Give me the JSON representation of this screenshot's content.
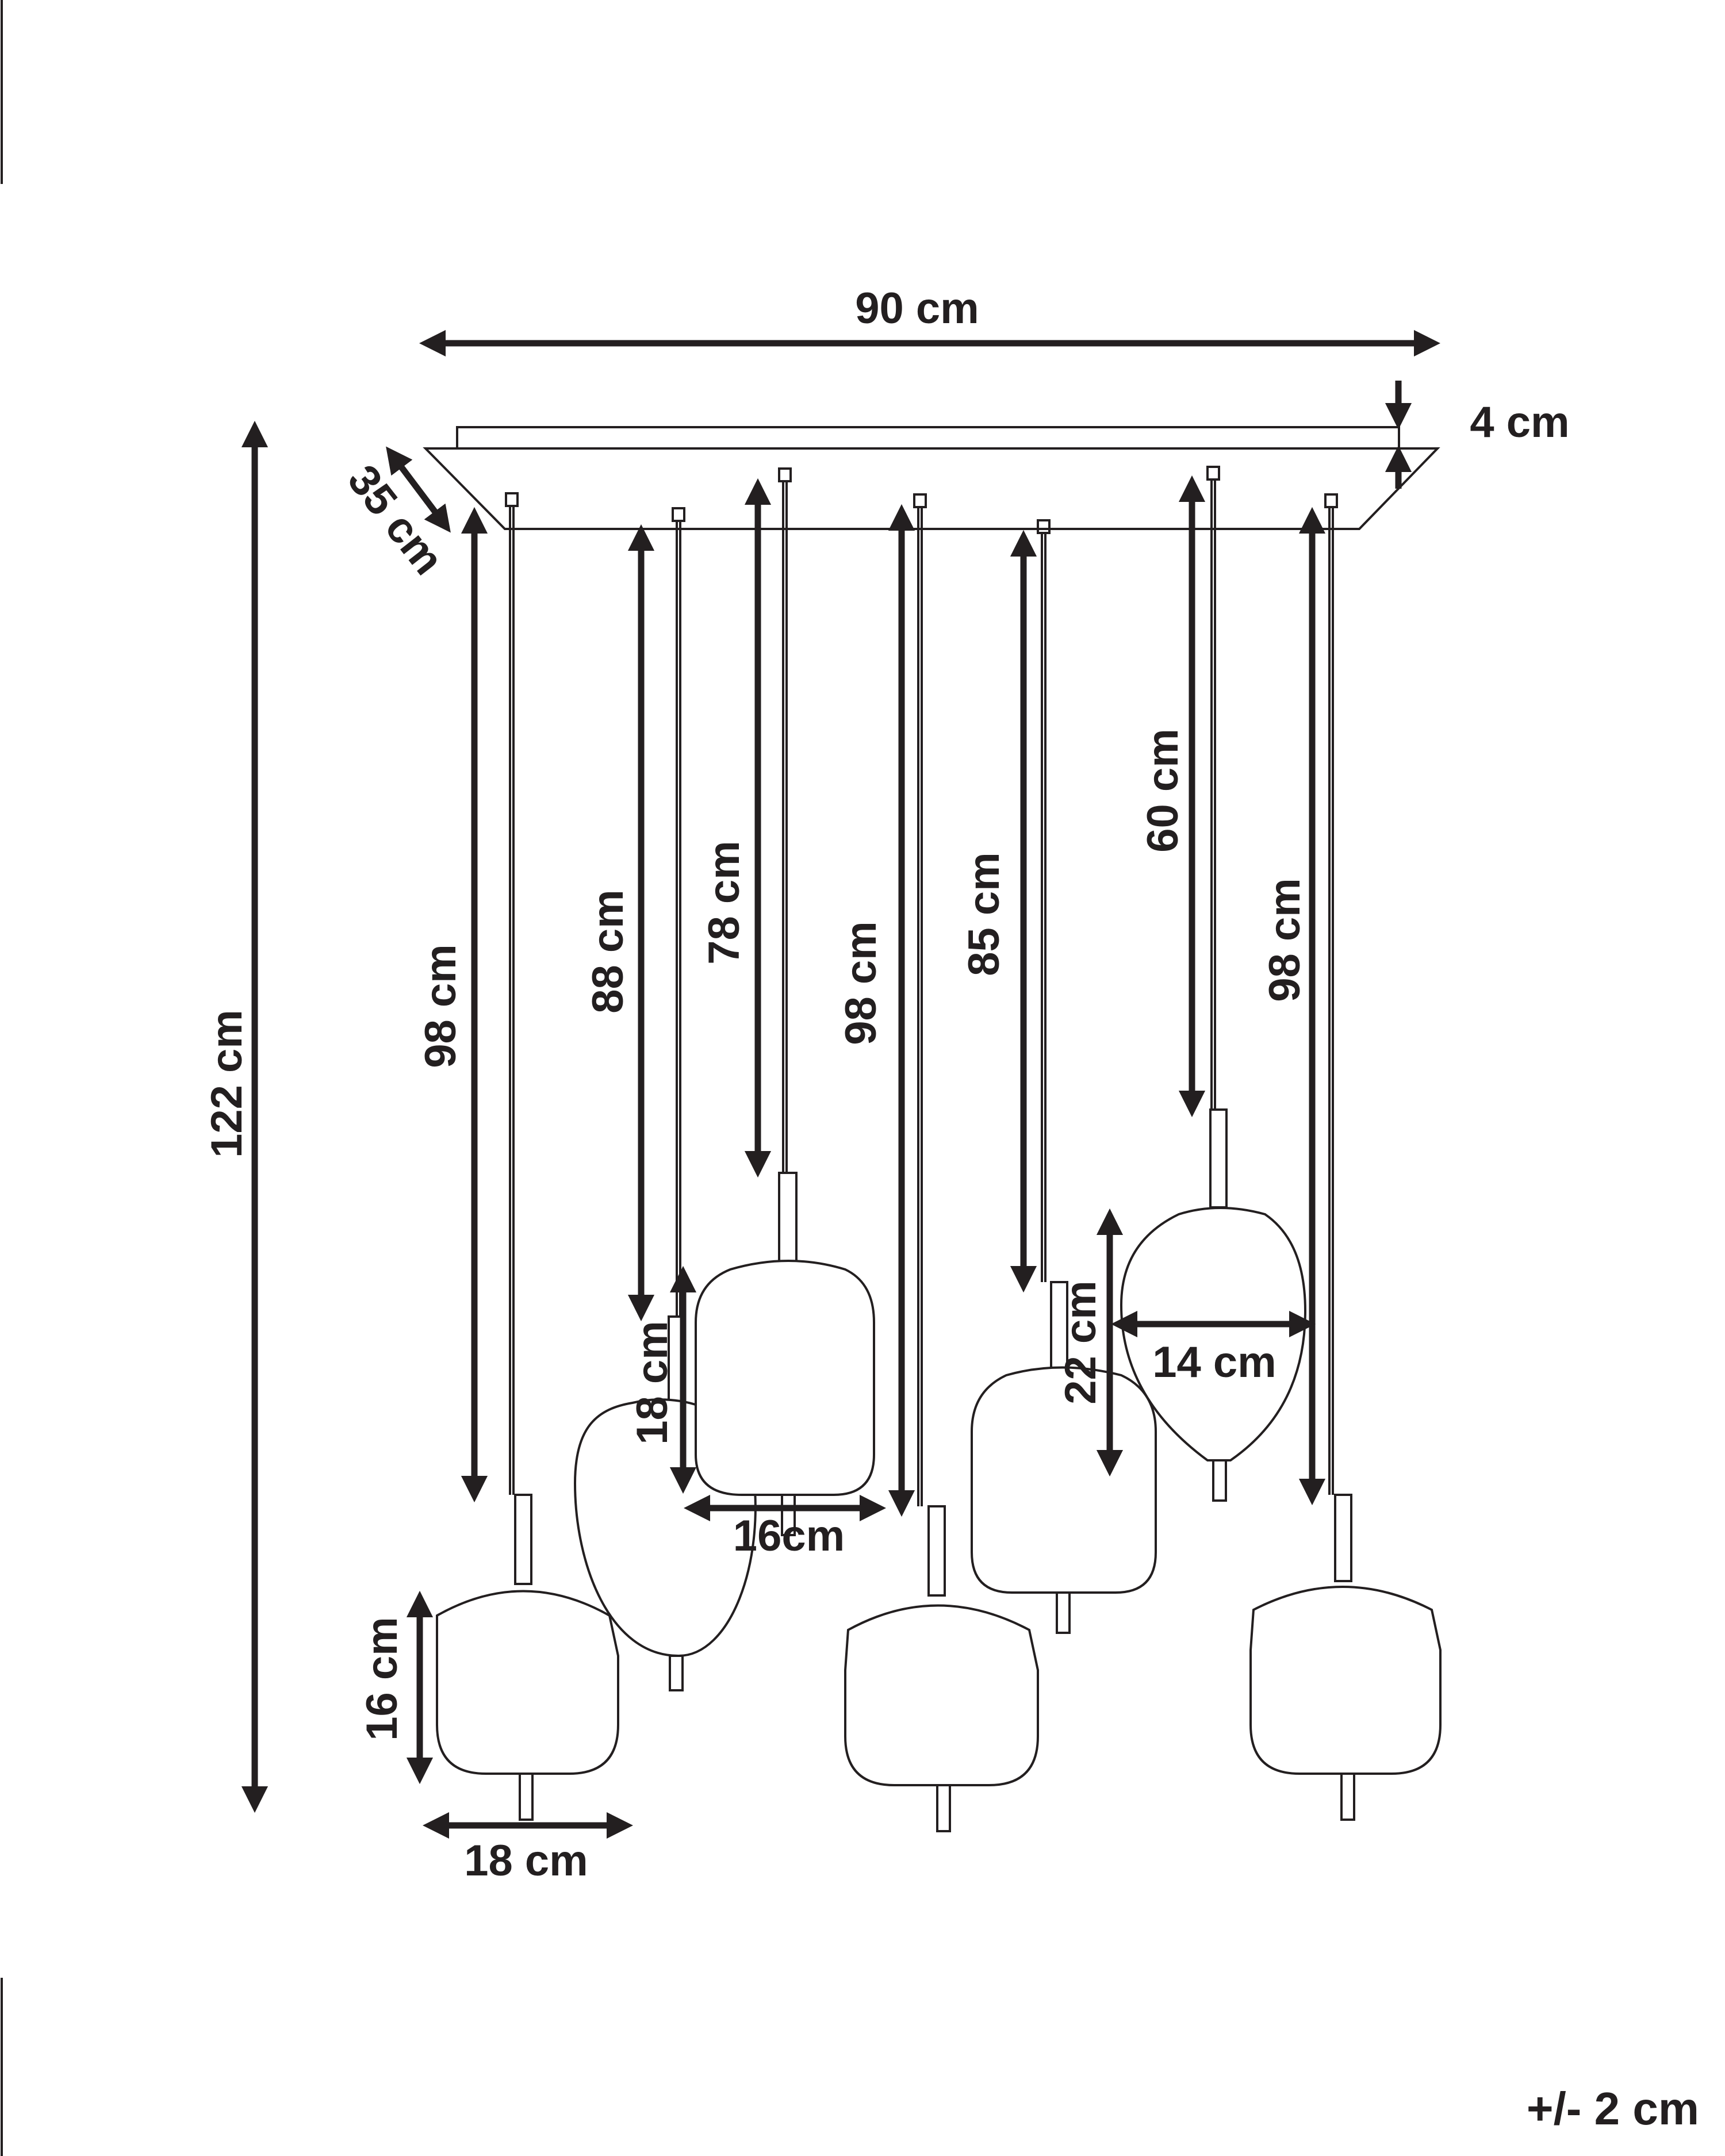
{
  "dimensions": {
    "canopy_width": "90 cm",
    "canopy_height": "4 cm",
    "canopy_depth": "35 cm",
    "total_height": "122 cm",
    "cable_1": "98 cm",
    "cable_2": "88 cm",
    "cable_3": "78 cm",
    "cable_4": "98 cm",
    "cable_5": "85 cm",
    "cable_6": "60 cm",
    "cable_7": "98 cm",
    "shade_round_height": "16 cm",
    "shade_round_width": "18 cm",
    "shade_cylinder_height": "18 cm",
    "shade_cylinder_width": "16cm",
    "shade_oval_height": "22 cm",
    "shade_oval_width": "14 cm",
    "tolerance": "+/- 2 cm"
  },
  "colors": {
    "line": "#231f20",
    "background": "#ffffff"
  }
}
